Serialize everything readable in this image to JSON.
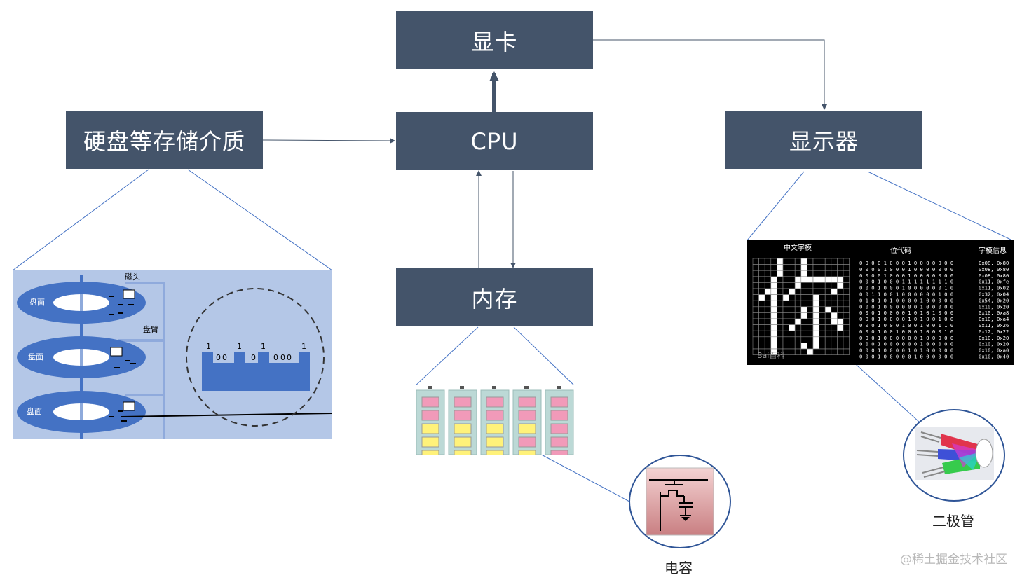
{
  "nodes": {
    "gpu": "显卡",
    "cpu": "CPU",
    "storage": "硬盘等存储介质",
    "display": "显示器",
    "memory": "内存"
  },
  "disk": {
    "head_label": "磁头",
    "arm_label": "盘臂",
    "platter_label": "盘面",
    "bits": [
      "1",
      "0",
      "0",
      "1",
      "0",
      "1",
      "0",
      "0",
      "0",
      "1"
    ]
  },
  "font_matrix": {
    "col_headers": [
      "中文字模",
      "位代码",
      "字模信息"
    ],
    "glyph": "你",
    "logo": "Bai百科",
    "rows": [
      {
        "bits": "0 0 0 0 1 0 0 0 1 0 0 0 0 0 0 0",
        "hex": "0x08, 0x80"
      },
      {
        "bits": "0 0 0 0 1 0 0 0 1 0 0 0 0 0 0 0",
        "hex": "0x08, 0x80"
      },
      {
        "bits": "0 0 0 0 1 0 0 0 1 0 0 0 0 0 0 0",
        "hex": "0x08, 0x80"
      },
      {
        "bits": "0 0 0 1 0 0 0 1 1 1 1 1 1 1 1 0",
        "hex": "0x11, 0xfe"
      },
      {
        "bits": "0 0 0 1 0 0 0 1 0 0 0 0 0 0 1 0",
        "hex": "0x11, 0x02"
      },
      {
        "bits": "0 0 1 1 0 0 1 0 0 0 0 0 0 1 0 0",
        "hex": "0x32, 0x04"
      },
      {
        "bits": "0 1 0 1 0 1 0 0 0 0 1 0 0 0 0 0",
        "hex": "0x54, 0x20"
      },
      {
        "bits": "0 0 0 1 0 0 0 0 0 0 1 0 0 0 0 0",
        "hex": "0x10, 0x20"
      },
      {
        "bits": "0 0 0 1 0 0 0 0 1 0 1 0 1 0 0 0",
        "hex": "0x10, 0xa8"
      },
      {
        "bits": "0 0 0 1 0 0 0 0 1 0 1 0 0 1 0 0",
        "hex": "0x10, 0xa4"
      },
      {
        "bits": "0 0 0 1 0 0 0 1 0 0 1 0 0 1 1 0",
        "hex": "0x11, 0x26"
      },
      {
        "bits": "0 0 0 1 0 0 1 0 0 0 1 0 0 0 1 0",
        "hex": "0x12, 0x22"
      },
      {
        "bits": "0 0 0 1 0 0 0 0 0 0 1 0 0 0 0 0",
        "hex": "0x10, 0x20"
      },
      {
        "bits": "0 0 0 1 0 0 0 0 0 0 1 0 0 0 0 0",
        "hex": "0x10, 0x20"
      },
      {
        "bits": "0 0 0 1 0 0 0 0 1 0 1 0 0 0 0 0",
        "hex": "0x10, 0xa0"
      },
      {
        "bits": "0 0 0 1 0 0 0 0 0 1 0 0 0 0 0 0",
        "hex": "0x10, 0x40"
      }
    ]
  },
  "captions": {
    "capacitor": "电容",
    "diode": "二极管"
  },
  "watermark": "@稀土掘金技术社区",
  "colors": {
    "box": "#44546a",
    "line": "#4472c4",
    "disk_bg": "#b4c7e7",
    "platter": "#4472c4"
  }
}
